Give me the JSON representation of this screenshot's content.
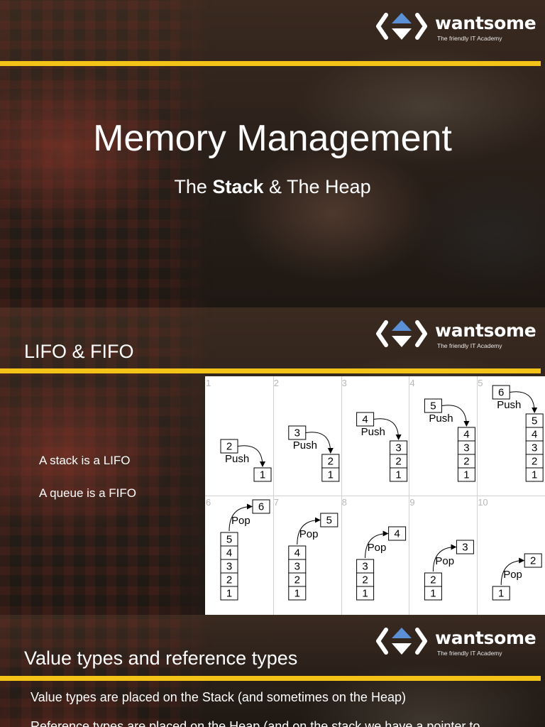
{
  "logo": {
    "brand": "wantsome",
    "tagline": "The friendly IT Academy"
  },
  "colors": {
    "accent_yellow": "#f3c318",
    "logo_blue": "#5b8fd6",
    "text": "#ffffff"
  },
  "slide1": {
    "title": "Memory Management",
    "subtitle_pre": "The ",
    "subtitle_bold": "Stack",
    "subtitle_post": " & The Heap"
  },
  "slide2": {
    "title": "LIFO & FIFO",
    "bullets": [
      "A stack is a LIFO",
      "A queue is a FIFO"
    ],
    "diagram": {
      "panels": [
        {
          "num": "1",
          "op": "Push",
          "moving": "2",
          "stack": [
            "1"
          ]
        },
        {
          "num": "2",
          "op": "Push",
          "moving": "3",
          "stack": [
            "2",
            "1"
          ]
        },
        {
          "num": "3",
          "op": "Push",
          "moving": "4",
          "stack": [
            "3",
            "2",
            "1"
          ]
        },
        {
          "num": "4",
          "op": "Push",
          "moving": "5",
          "stack": [
            "4",
            "3",
            "2",
            "1"
          ]
        },
        {
          "num": "5",
          "op": "Push",
          "moving": "6",
          "stack": [
            "5",
            "4",
            "3",
            "2",
            "1"
          ]
        },
        {
          "num": "6",
          "op": "Pop",
          "moving": "6",
          "stack": [
            "5",
            "4",
            "3",
            "2",
            "1"
          ]
        },
        {
          "num": "7",
          "op": "Pop",
          "moving": "5",
          "stack": [
            "4",
            "3",
            "2",
            "1"
          ]
        },
        {
          "num": "8",
          "op": "Pop",
          "moving": "4",
          "stack": [
            "3",
            "2",
            "1"
          ]
        },
        {
          "num": "9",
          "op": "Pop",
          "moving": "3",
          "stack": [
            "2",
            "1"
          ]
        },
        {
          "num": "10",
          "op": "Pop",
          "moving": "2",
          "stack": [
            "1"
          ]
        }
      ]
    }
  },
  "slide3": {
    "title": "Value types and reference types",
    "lines": [
      "Value types are placed on the Stack (and sometimes on the Heap)",
      "Reference types are placed on the Heap (and on the stack we have a pointer to"
    ]
  }
}
